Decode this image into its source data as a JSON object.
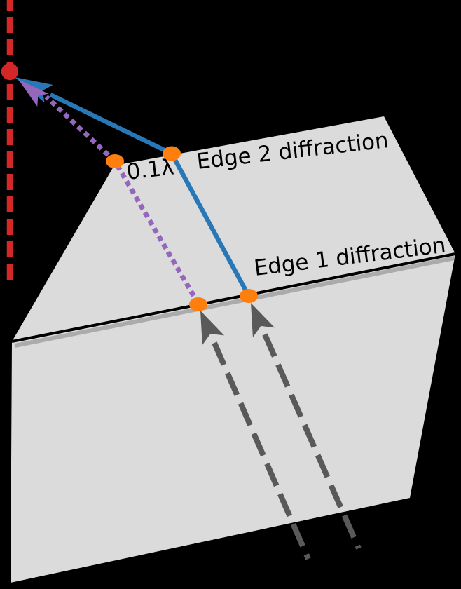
{
  "colors": {
    "background": "#000000",
    "surface_gray": "#dbdbdb",
    "edge_black": "#000000",
    "receiver_red": "#d62728",
    "ray_blue": "#2878b8",
    "ray_purple": "#9467bd",
    "incident_gray": "#595959",
    "point_orange": "#ff7f0e",
    "label_black": "#000000"
  },
  "labels": {
    "edge2_diffraction": "Edge 2 diffraction",
    "edge1_diffraction": "Edge 1 diffraction",
    "edge_separation": "0.1λ"
  }
}
